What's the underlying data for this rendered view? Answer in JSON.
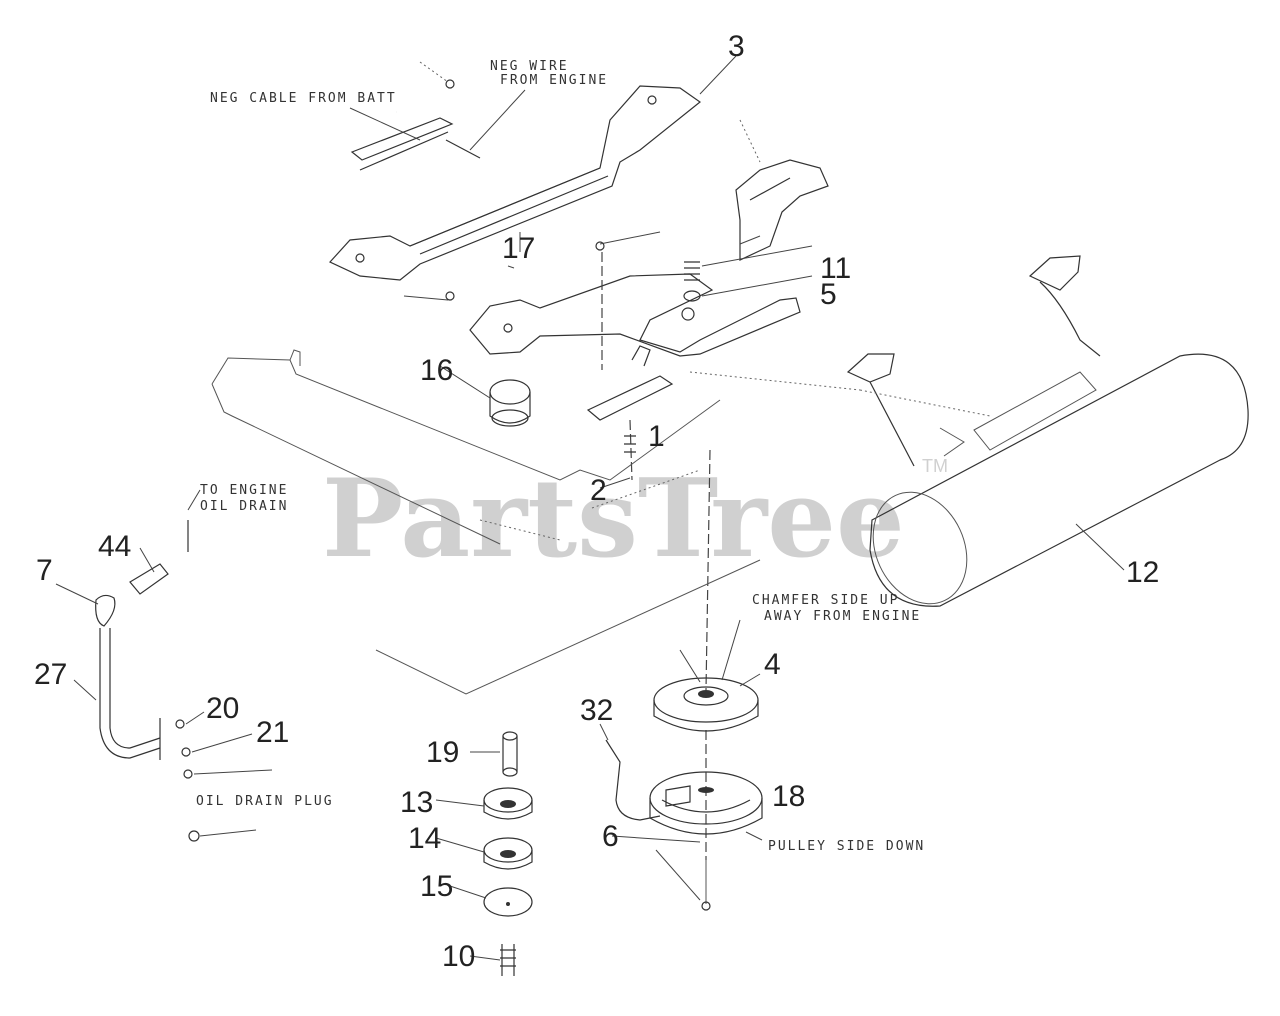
{
  "watermark": {
    "brand": "PartsTree",
    "trademark": "TM"
  },
  "notes": {
    "neg_cable": "NEG CABLE FROM BATT",
    "neg_wire_1": "NEG WIRE",
    "neg_wire_2": "FROM ENGINE",
    "to_engine_1": "TO ENGINE",
    "to_engine_2": "OIL DRAIN",
    "chamfer_1": "CHAMFER SIDE UP",
    "chamfer_2": "AWAY FROM ENGINE",
    "drain_plug": "OIL DRAIN PLUG",
    "pulley_side": "PULLEY SIDE DOWN"
  },
  "callouts": {
    "c3": "3",
    "c17": "17",
    "c11": "11",
    "c5": "5",
    "c16": "16",
    "c1": "1",
    "c2": "2",
    "c12": "12",
    "c44": "44",
    "c7": "7",
    "c27": "27",
    "c20": "20",
    "c21": "21",
    "c19": "19",
    "c13": "13",
    "c14": "14",
    "c15": "15",
    "c10": "10",
    "c32": "32",
    "c4": "4",
    "c18": "18",
    "c6": "6"
  }
}
